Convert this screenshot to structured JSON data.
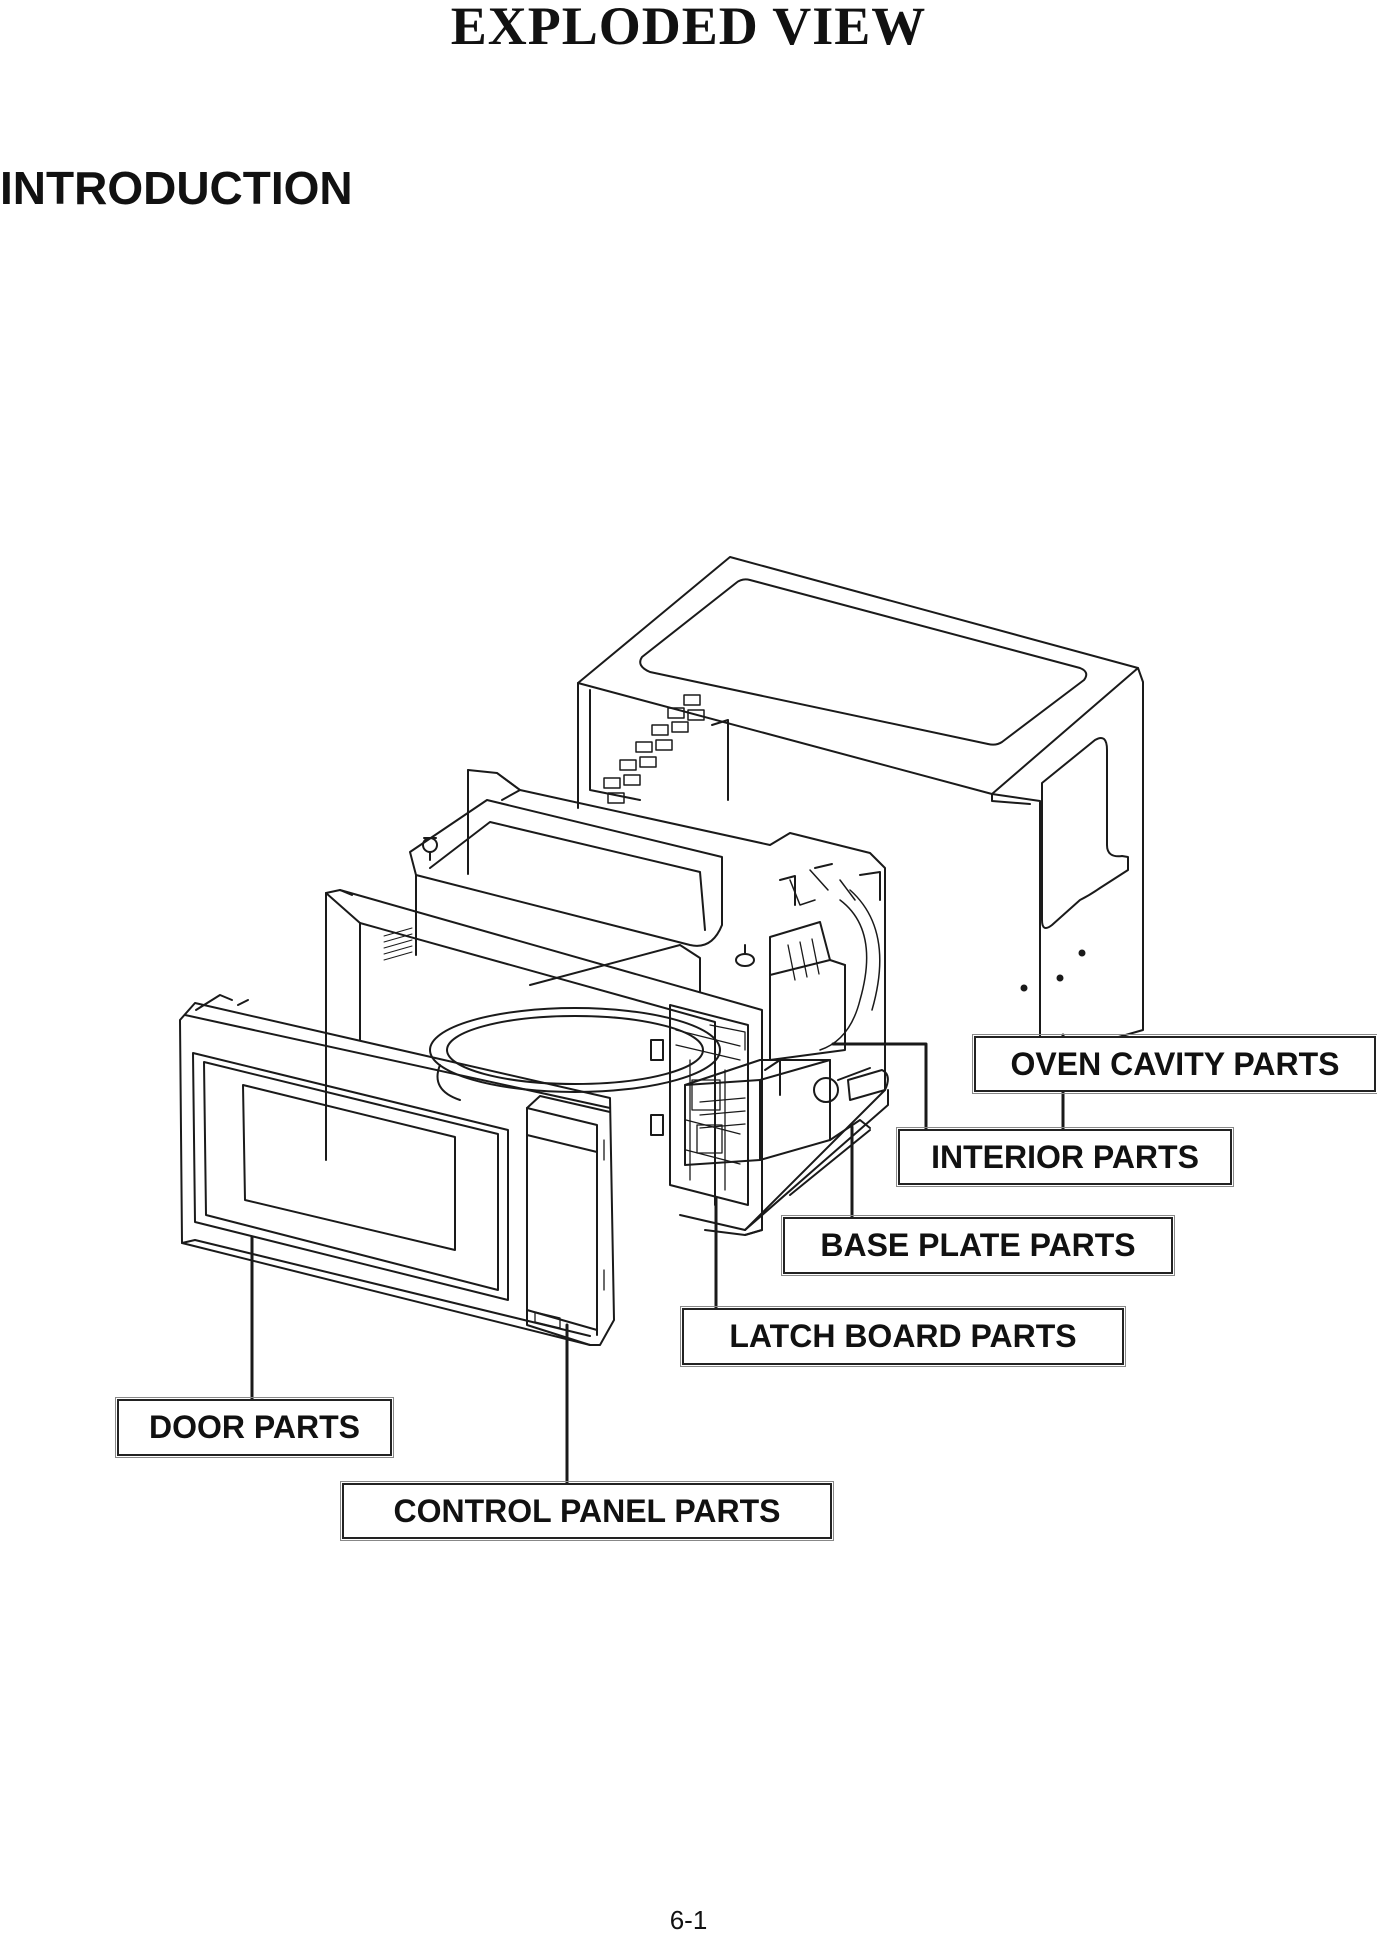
{
  "document": {
    "title": "EXPLODED VIEW",
    "section": "INTRODUCTION",
    "page_number": "6-1"
  },
  "callouts": {
    "oven_cavity": "OVEN CAVITY PARTS",
    "interior": "INTERIOR PARTS",
    "base_plate": "BASE PLATE PARTS",
    "latch_board": "LATCH BOARD PARTS",
    "door": "DOOR PARTS",
    "control_panel": "CONTROL PANEL PARTS"
  }
}
